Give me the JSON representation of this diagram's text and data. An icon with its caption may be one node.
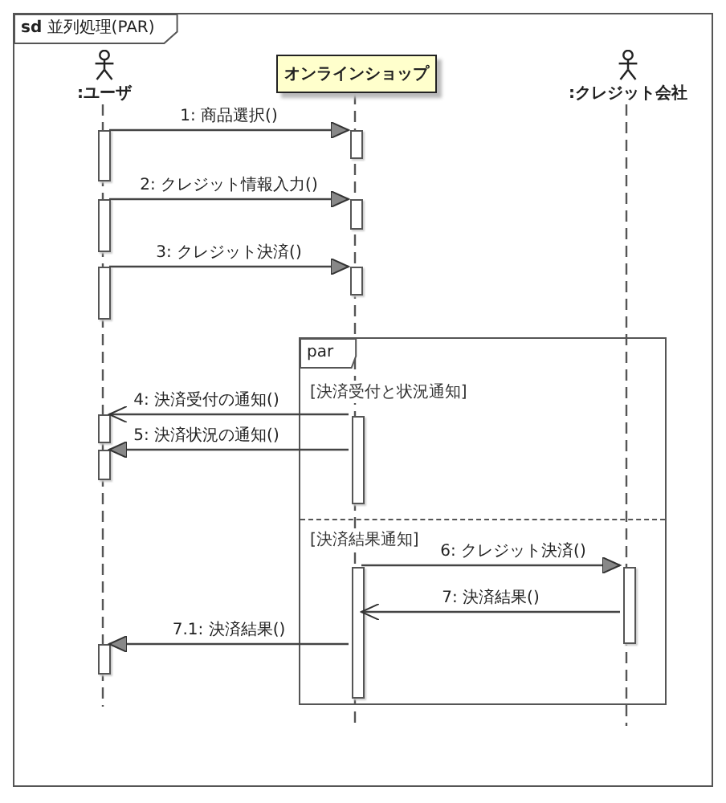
{
  "diagram": {
    "nodes": [
      {
        "text": [
          "**sd** 並列処理(PAR)"
        ]
      },
      {
        "text": [
          ":ユーザ"
        ],
        "in": 0
      },
      {
        "text": [
          "オンラインショップ"
        ],
        "in": 0
      },
      {
        "text": [
          ":クレジット会社"
        ],
        "in": 0
      },
      {
        "text": [],
        "shape": "bar",
        "in": 0
      },
      {
        "text": [],
        "shape": "bar",
        "in": 0
      },
      {
        "text": [],
        "shape": "bar",
        "in": 0
      },
      {
        "text": [],
        "shape": "bar",
        "in": 0
      },
      {
        "text": [],
        "shape": "bar",
        "in": 0
      },
      {
        "text": [],
        "shape": "bar",
        "in": 0
      },
      {
        "text": [
          "par",
          "[決済受付と状況通知]",
          "[決済結果通知]"
        ],
        "in": 0
      },
      {
        "text": [],
        "shape": "bar",
        "in": 10
      },
      {
        "text": [],
        "shape": "bar",
        "in": 0
      },
      {
        "text": [],
        "shape": "bar",
        "in": 0
      },
      {
        "text": [],
        "shape": "bar",
        "in": 10
      },
      {
        "text": [],
        "shape": "bar",
        "in": 10
      },
      {
        "text": [],
        "shape": "bar",
        "in": 0
      }
    ],
    "edges": [
      {
        "from": 4,
        "to": 5,
        "arrow": "to",
        "label": "1: 商品選択()"
      },
      {
        "from": 6,
        "to": 7,
        "arrow": "to",
        "label": "2: クレジット情報入力()"
      },
      {
        "from": 8,
        "to": 9,
        "arrow": "to",
        "label": "3: クレジット決済()"
      },
      {
        "from": 11,
        "to": 12,
        "arrow": "to",
        "label": "4: 決済受付の通知()"
      },
      {
        "from": 11,
        "to": 13,
        "arrow": "to",
        "label": "5: 決済状況の通知()"
      },
      {
        "from": 14,
        "to": 15,
        "arrow": "to",
        "label": "6: クレジット決済()"
      },
      {
        "from": 15,
        "to": 14,
        "arrow": "to",
        "label": "7: 決済結果()"
      },
      {
        "from": 14,
        "to": 16,
        "arrow": "to",
        "label": "7.1: 決済結果()"
      }
    ]
  }
}
